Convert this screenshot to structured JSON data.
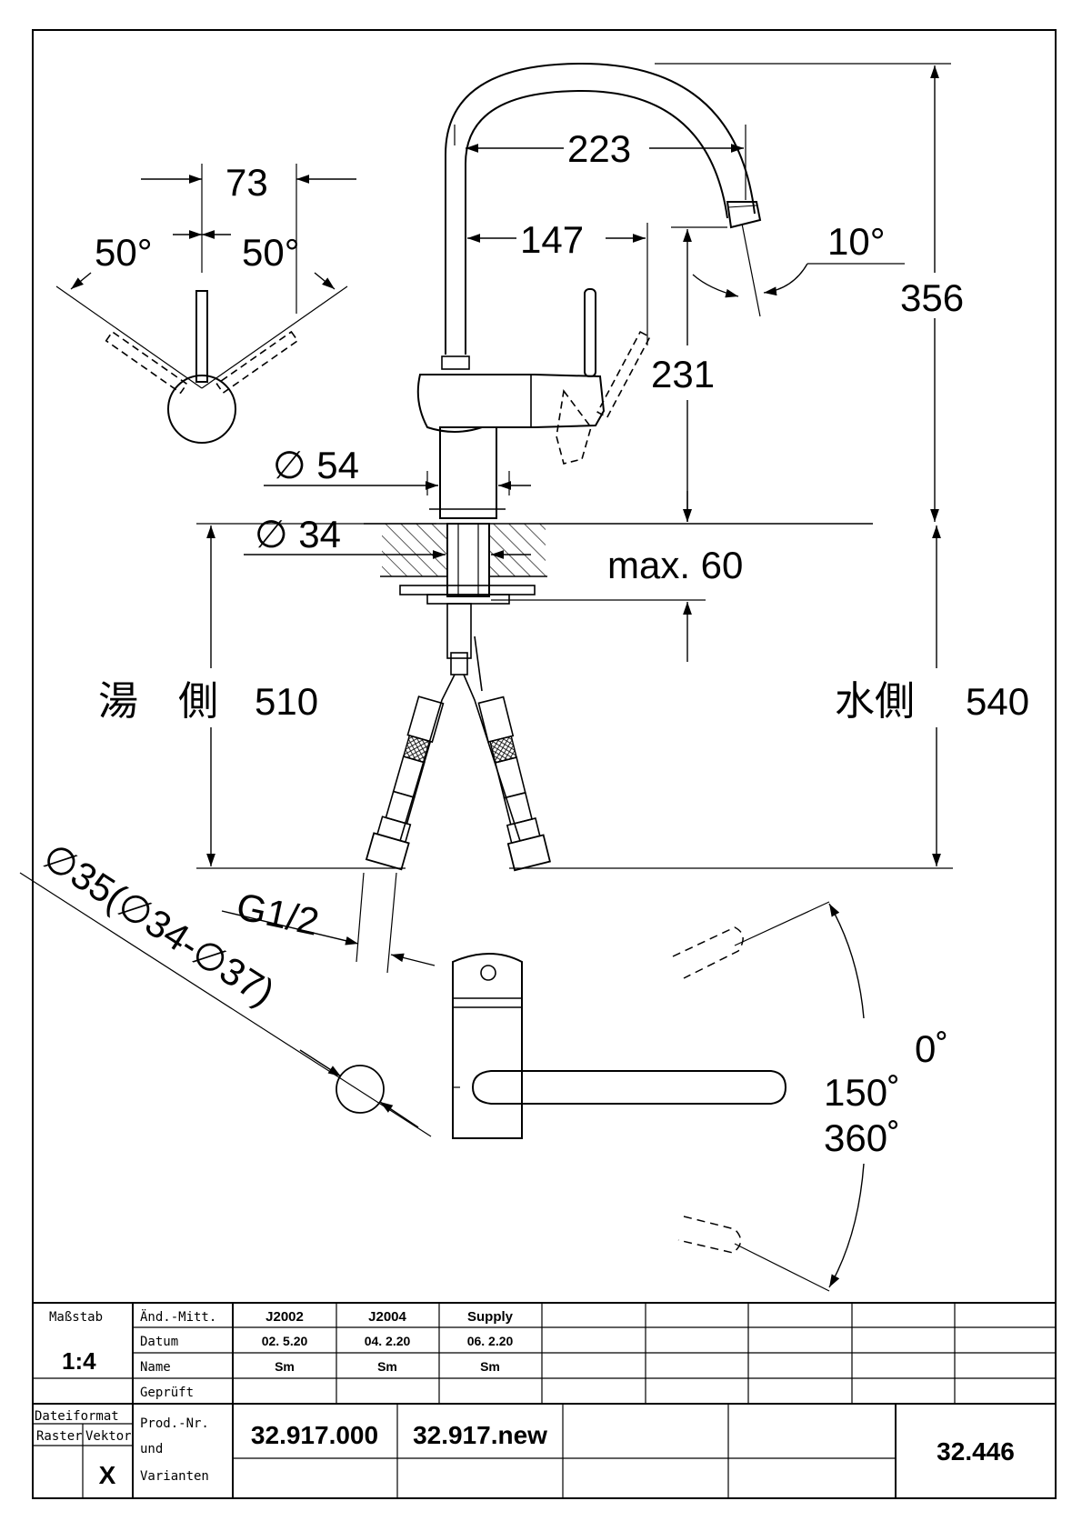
{
  "dimensions": {
    "lever_spacing": "73",
    "lever_angle_left": "50°",
    "lever_angle_right": "50°",
    "spout_reach": "223",
    "spout_offset": "147",
    "spout_tilt": "10°",
    "total_height": "356",
    "spout_height": "231",
    "base_diameter": "∅ 54",
    "shank_diameter": "∅ 34",
    "max_deck": "max.  60",
    "hot_side_label": "湯　側",
    "hot_side_length": "510",
    "cold_side_label": "水側",
    "cold_side_length": "540",
    "hole_diameter": "∅35(∅34-∅37)",
    "thread": "G1/2",
    "rotation_0": "0˚",
    "rotation_150": "150˚",
    "rotation_360": "360˚"
  },
  "title_block": {
    "scale_label": "Maßstab",
    "scale_value": "1:4",
    "rows_labels": [
      "Änd.-Mitt.",
      "Datum",
      "Name",
      "Geprüft"
    ],
    "revisions": [
      {
        "code": "J2002",
        "date": "02. 5.20",
        "name": "Sm"
      },
      {
        "code": "J2004",
        "date": "04. 2.20",
        "name": "Sm"
      },
      {
        "code": "Supply",
        "date": "06. 2.20",
        "name": "Sm"
      }
    ],
    "file_format_label": "Dateiformat",
    "raster_label": "Raster",
    "vektor_label": "Vektor",
    "vektor_mark": "X",
    "prod_labels": [
      "Prod.-Nr.",
      "und",
      "Varianten"
    ],
    "product_numbers": [
      "32.917.000",
      "32.917.new"
    ],
    "drawing_number": "32.446"
  }
}
